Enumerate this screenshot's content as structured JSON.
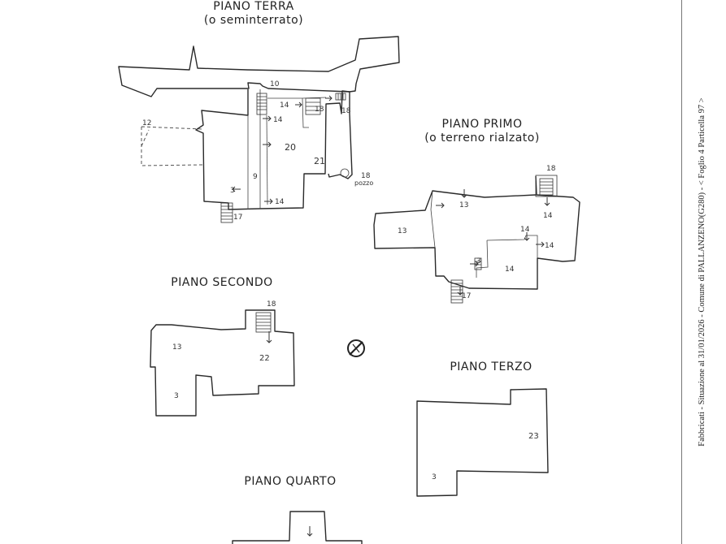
{
  "floors": {
    "terra": {
      "title": "PIANO TERRA",
      "subtitle": "(o seminterrato)",
      "labels": {
        "l10": "10",
        "l14a": "14",
        "l18a": "18",
        "l18b": "18",
        "l12": "12",
        "l14b": "14",
        "l20": "20",
        "l9": "9",
        "l21": "21",
        "l18c": "18",
        "l3": "3",
        "l14c": "14",
        "l17": "17",
        "pozzo": "pozzo"
      }
    },
    "primo": {
      "title": "PIANO PRIMO",
      "subtitle": "(o terreno rialzato)",
      "labels": {
        "l18": "18",
        "l13a": "13",
        "l14a": "14",
        "l13b": "13",
        "l14b": "14",
        "l14c": "14",
        "l3": "3",
        "l14d": "14",
        "l17": "17"
      }
    },
    "secondo": {
      "title": "PIANO SECONDO",
      "labels": {
        "l18": "18",
        "l13": "13",
        "l22": "22",
        "l3": "3"
      }
    },
    "terzo": {
      "title": "PIANO TERZO",
      "labels": {
        "l23": "23",
        "l3": "3"
      }
    },
    "quarto": {
      "title": "PIANO QUARTO"
    }
  },
  "north_symbol": "north-arrow-icon",
  "side_note": "Fabbricati - Situazione al 31/01/2026 - Comune di PALLANZENO(G280) - < Foglio 4 Particella 97 >"
}
